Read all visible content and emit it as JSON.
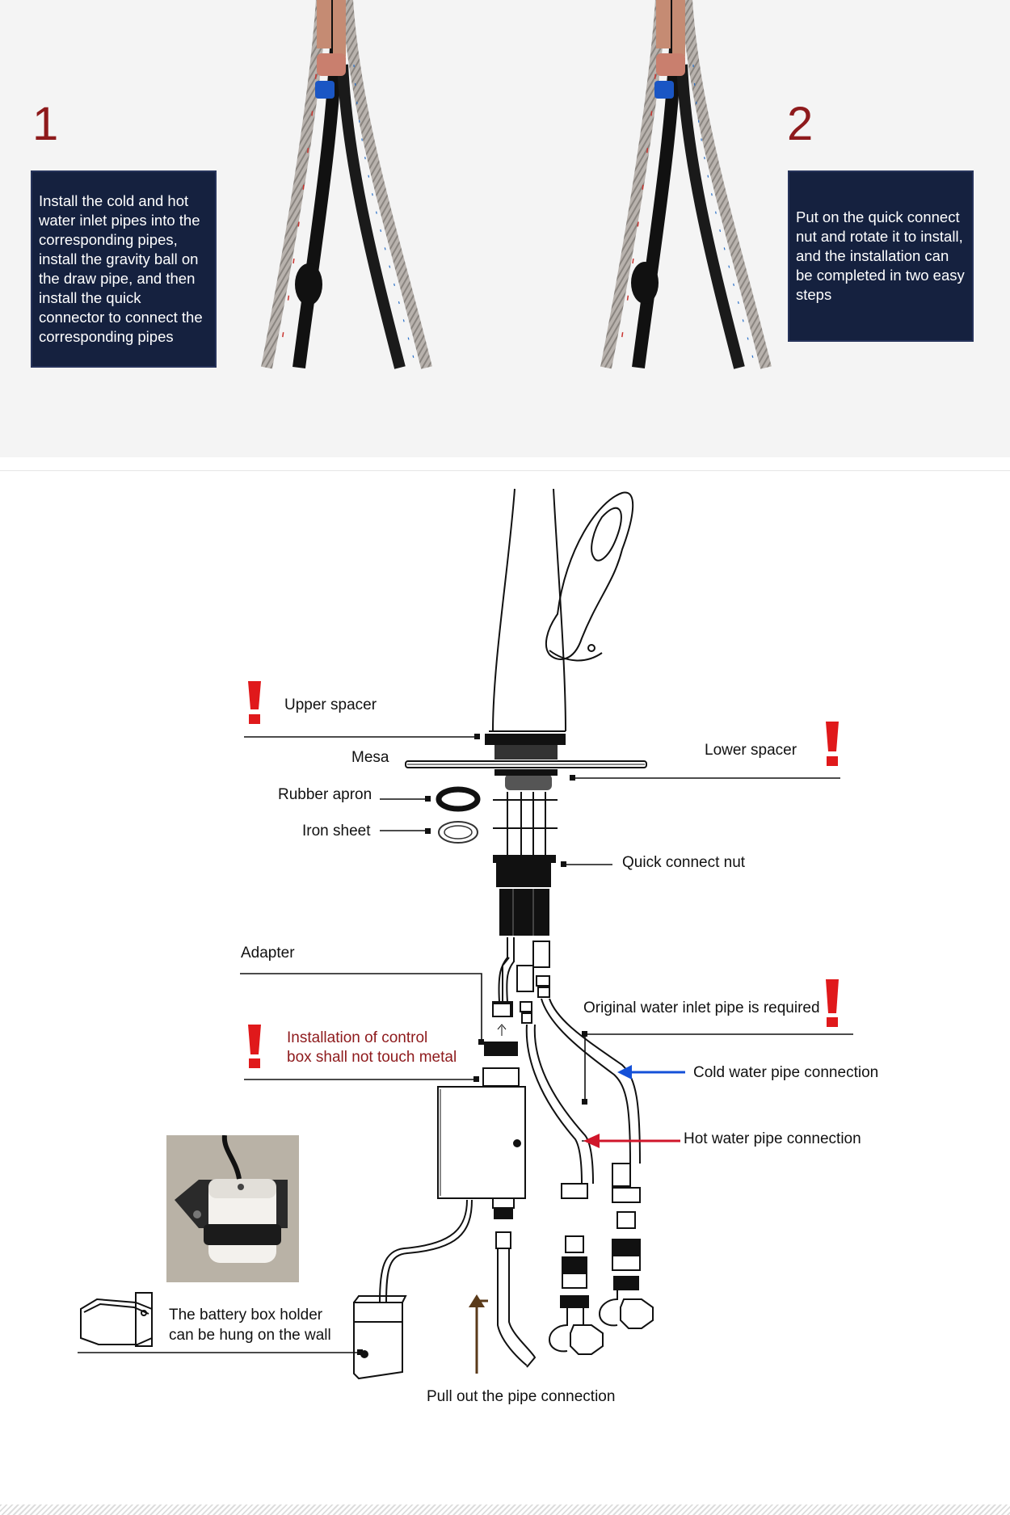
{
  "step1": {
    "number": "1",
    "text": "Install the cold and hot water inlet pipes into the  corresponding pipes, install the gravity ball on the draw pipe, and then install the quick connector to connect the corresponding pipes"
  },
  "step2": {
    "number": "2",
    "text": "Put on the quick connect nut and rotate it to install, and the installation can be completed in two easy steps"
  },
  "labels": {
    "upper_spacer": "Upper spacer",
    "mesa": "Mesa",
    "lower_spacer": "Lower spacer",
    "rubber_apron": "Rubber apron",
    "iron_sheet": "Iron sheet",
    "quick_connect_nut": "Quick connect nut",
    "adapter": "Adapter",
    "original_inlet": "Original water inlet pipe is required",
    "control_box_line1": "Installation of control",
    "control_box_line2": "box shall not touch metal",
    "cold_water": "Cold water pipe connection",
    "hot_water": "Hot water pipe connection",
    "battery_line1": "The battery box holder",
    "battery_line2": "can be hung on the wall",
    "pull_out": "Pull out the pipe connection"
  },
  "colors": {
    "step_number": "#8e1a1c",
    "step_box_bg": "#15213f",
    "warning_mark": "#e0191b",
    "cold_arrow": "#1450d8",
    "hot_arrow": "#d0162a",
    "pull_arrow": "#5a3a1a"
  },
  "icons": [
    "warning-exclamation-icon",
    "cold-arrow-icon",
    "hot-arrow-icon",
    "pull-arrow-icon"
  ]
}
